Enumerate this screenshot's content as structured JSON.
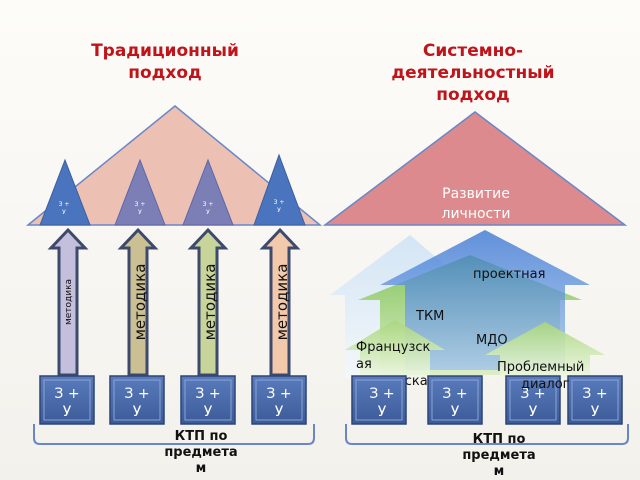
{
  "headings": {
    "traditional": [
      "Традиционный",
      "подход"
    ],
    "system_activity": [
      "Системно-",
      "деятельностный",
      "подход"
    ]
  },
  "triangles": {
    "small_label": [
      "З +",
      "У"
    ],
    "development": [
      "Развитие",
      "личности"
    ]
  },
  "arrows": {
    "method_label": "методика"
  },
  "blocks": {
    "label_top": "З +",
    "label_bottom": "У"
  },
  "methods": {
    "project": "проектная",
    "tkm": "ТКМ",
    "mdo": "МДО",
    "french": [
      "Французск",
      "ая",
      "мастерска",
      "я"
    ],
    "dialog": [
      "Проблемный",
      "диалог"
    ]
  },
  "ktp": [
    "КТП по",
    "предмета",
    "м"
  ],
  "colors": {
    "heading_red": "#c0141b",
    "triangle_blue": "#4a74bd",
    "development_triangle": "#dc8a8d",
    "arrow_lavender": "#c3bfdc",
    "arrow_tan": "#cbbf94",
    "arrow_green": "#c7d49a",
    "arrow_peach": "#f2c9ab",
    "block_blue": "#4a68a8"
  }
}
